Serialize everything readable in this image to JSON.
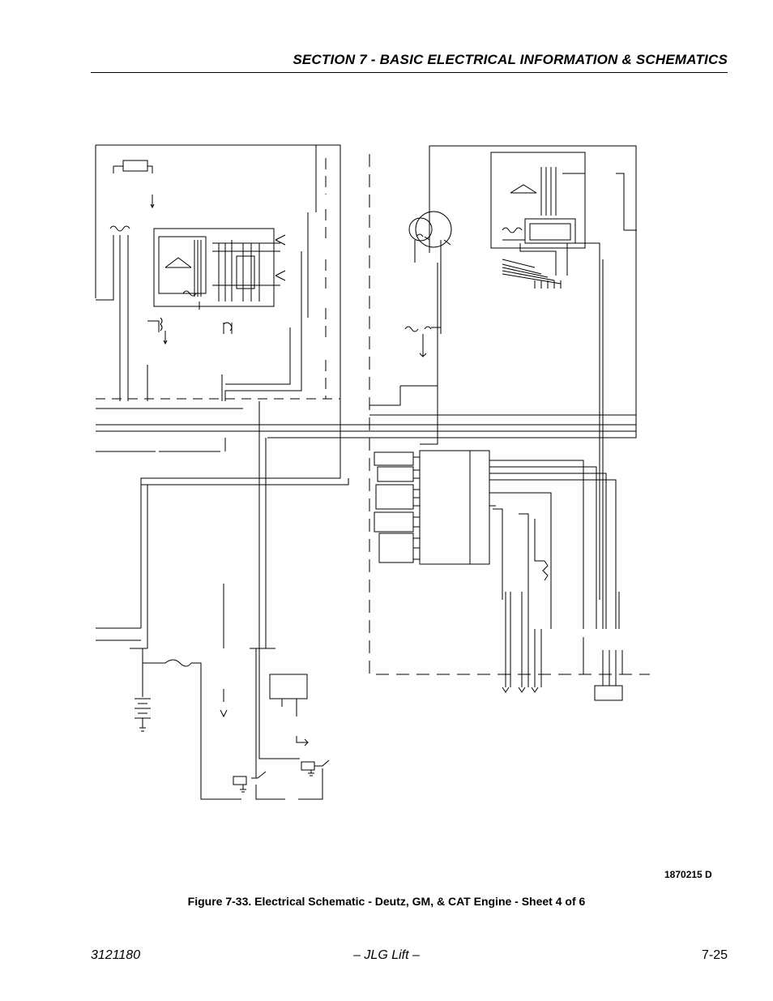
{
  "header": {
    "section_title": "SECTION 7 - BASIC ELECTRICAL INFORMATION & SCHEMATICS"
  },
  "figure": {
    "drawing_number": "1870215 D",
    "caption": "Figure 7-33.  Electrical Schematic - Deutz, GM, & CAT Engine - Sheet 4 of 6"
  },
  "footer": {
    "document_number": "3121180",
    "company": "– JLG Lift –",
    "page_number": "7-25"
  }
}
